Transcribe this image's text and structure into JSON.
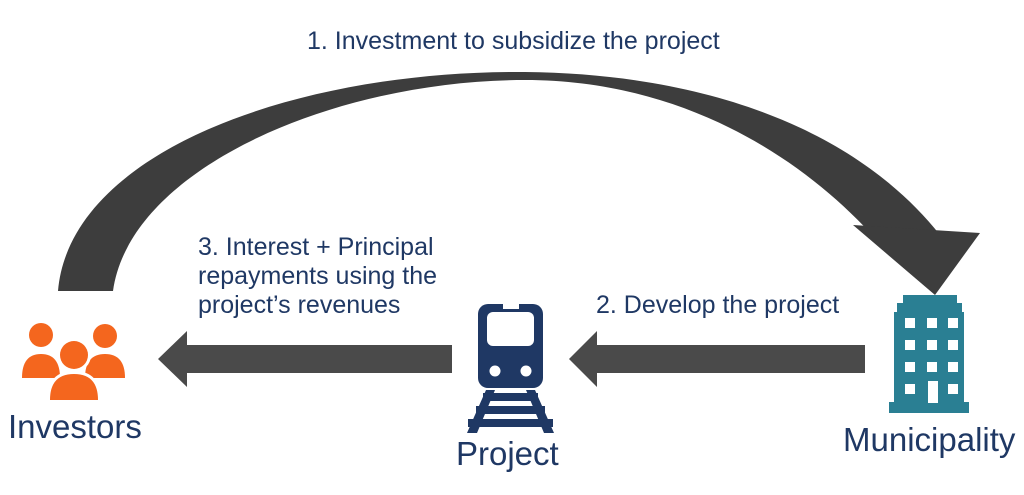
{
  "diagram": {
    "background": "#FFFFFF",
    "text_color": "#1F3864",
    "colors": {
      "curved_arrow": "#3D3D3D",
      "straight_arrow": "#4A4A4A",
      "investors_orange": "#F4661E",
      "project_navy": "#1F3864",
      "municipality_teal": "#2A7F93"
    },
    "entities": [
      {
        "name": "Investors",
        "icon": "people-group-icon",
        "color": "#F4661E"
      },
      {
        "name": "Project",
        "icon": "train-icon",
        "color": "#1F3864"
      },
      {
        "name": "Municipality",
        "icon": "building-icon",
        "color": "#2A7F93"
      }
    ],
    "steps": [
      {
        "order": "1",
        "label": "1. Investment to subsidize the project",
        "from": "Investors",
        "to": "Municipality",
        "arrow": "curved"
      },
      {
        "order": "2",
        "label": "2. Develop the project",
        "from": "Municipality",
        "to": "Project",
        "arrow": "straight"
      },
      {
        "order": "3",
        "label": "3. Interest + Principal repayments using the project’s revenues",
        "label_lines": [
          "3. Interest + Principal",
          "repayments using the",
          "project’s revenues"
        ],
        "from": "Project",
        "to": "Investors",
        "arrow": "straight"
      }
    ]
  }
}
